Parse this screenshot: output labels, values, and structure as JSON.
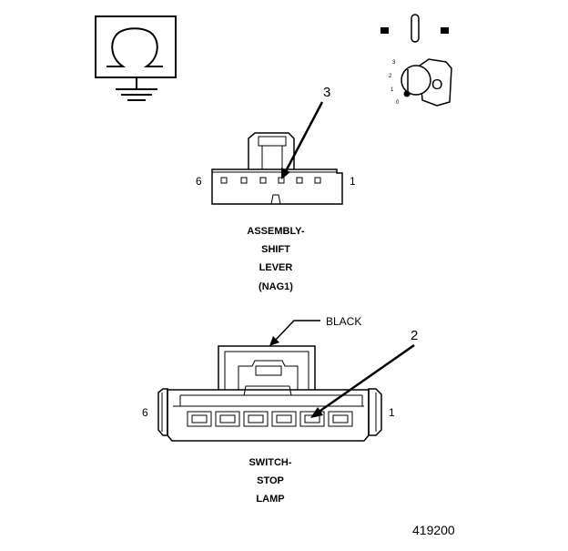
{
  "figure_number": "419200",
  "icons": {
    "ohmmeter": "ohmmeter-icon",
    "ground": "ground-icon",
    "ignition_key": "ignition-key-icon"
  },
  "ignition_switch_positions": [
    "0",
    "1",
    "2",
    "3"
  ],
  "ignition_key_letter": "O",
  "connectors": {
    "shift_lever": {
      "callout": "3",
      "pin_left": "6",
      "pin_right": "1",
      "label_lines": [
        "ASSEMBLY-",
        "SHIFT",
        "LEVER",
        "(NAG1)"
      ]
    },
    "stop_lamp": {
      "callout": "2",
      "pin_left": "6",
      "pin_right": "1",
      "color_label": "BLACK",
      "label_lines": [
        "SWITCH-",
        "STOP",
        "LAMP"
      ]
    }
  }
}
